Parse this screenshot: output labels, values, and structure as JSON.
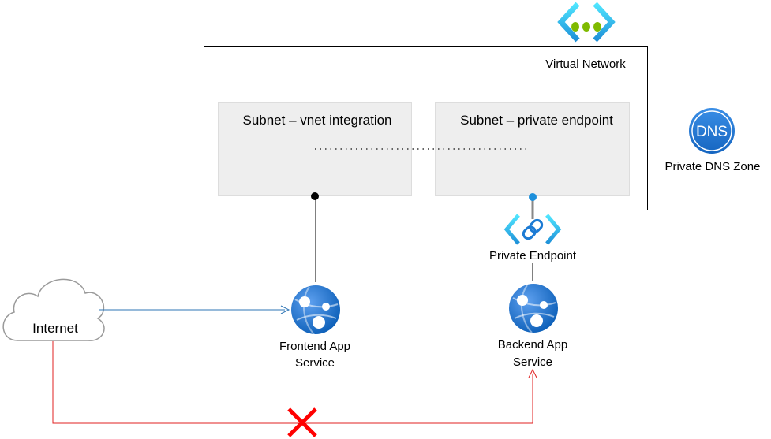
{
  "vnet": {
    "label": "Virtual Network",
    "icon": "virtual-network-icon"
  },
  "subnets": [
    {
      "label": "Subnet – vnet integration"
    },
    {
      "label": "Subnet – private endpoint"
    }
  ],
  "dns": {
    "label": "Private DNS Zone",
    "badge": "DNS",
    "icon": "dns-icon"
  },
  "private_endpoint": {
    "label": "Private Endpoint",
    "icon": "private-endpoint-icon"
  },
  "internet": {
    "label": "Internet",
    "icon": "cloud-icon"
  },
  "frontend": {
    "label_line1": "Frontend App",
    "label_line2": "Service",
    "icon": "app-service-icon"
  },
  "backend": {
    "label_line1": "Backend App",
    "label_line2": "Service",
    "icon": "app-service-icon"
  },
  "colors": {
    "azure_blue": "#1C7BD4",
    "vnet_green": "#7FBA00",
    "subnet_fill": "#EEEEEE",
    "allowed_line": "#2E75B6",
    "blocked_line": "#E02020",
    "blocked_mark": "#FF0000"
  }
}
